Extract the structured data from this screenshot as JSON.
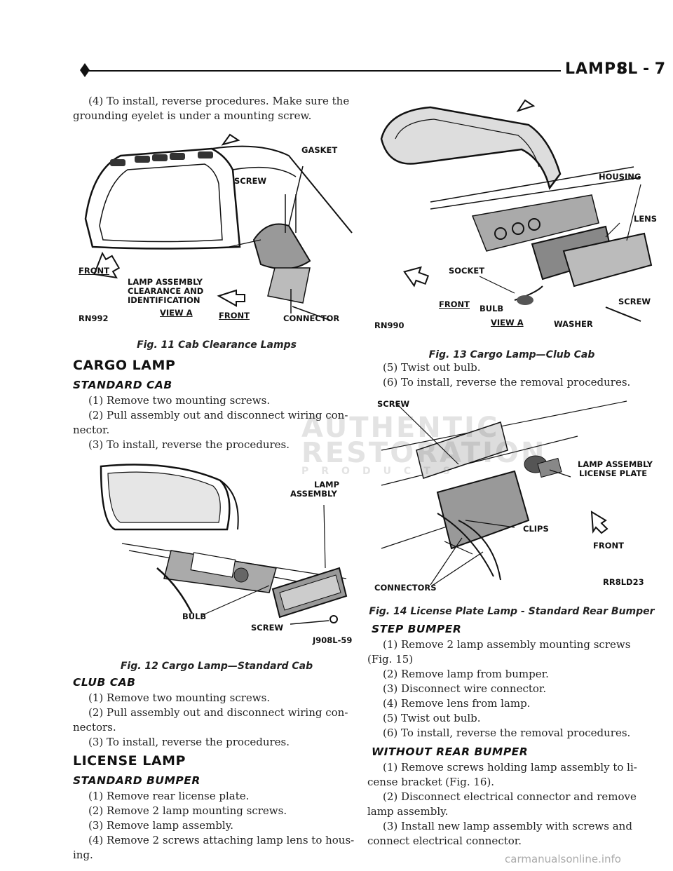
{
  "header": {
    "title": "LAMPS",
    "page": "8L - 7"
  },
  "left": {
    "intro_step": "(4) To install, reverse procedures. Make sure the",
    "intro_step_cont": "grounding eyelet is under a mounting screw.",
    "fig11": {
      "caption": "Fig. 11 Cab Clearance Lamps",
      "labels": {
        "gasket": "GASKET",
        "screw": "SCREW",
        "front1": "FRONT",
        "lamp_assembly": "LAMP ASSEMBLY",
        "clearance": "CLEARANCE AND",
        "identification": "IDENTIFICATION",
        "view": "VIEW A",
        "front2": "FRONT",
        "connector": "CONNECTOR",
        "code": "RN992"
      }
    },
    "cargo": {
      "heading": "CARGO LAMP",
      "standard_heading": "STANDARD CAB",
      "standard_steps": [
        "(1) Remove two mounting screws.",
        "(2) Pull assembly out and disconnect wiring con-",
        "nector.",
        "(3) To install, reverse the procedures."
      ]
    },
    "fig12": {
      "caption": "Fig. 12 Cargo Lamp—Standard Cab",
      "labels": {
        "lamp": "LAMP",
        "assembly": "ASSEMBLY",
        "bulb": "BULB",
        "screw": "SCREW",
        "code": "J908L-59"
      }
    },
    "club": {
      "heading": "CLUB CAB",
      "steps": [
        "(1) Remove two mounting screws.",
        "(2) Pull assembly out and disconnect wiring con-",
        "nectors.",
        "(3) To install, reverse the procedures."
      ]
    },
    "license": {
      "heading": "LICENSE LAMP",
      "standard_heading": "STANDARD BUMPER",
      "steps": [
        "(1) Remove rear license plate.",
        "(2) Remove 2 lamp mounting screws.",
        "(3) Remove lamp assembly.",
        "(4) Remove 2 screws attaching lamp lens to hous-",
        "ing."
      ]
    }
  },
  "right": {
    "fig13": {
      "caption": "Fig. 13 Cargo Lamp—Club Cab",
      "labels": {
        "housing": "HOUSING",
        "lens": "LENS",
        "socket": "SOCKET",
        "front": "FRONT",
        "bulb": "BULB",
        "screw": "SCREW",
        "view": "VIEW A",
        "washer": "WASHER",
        "code": "RN990"
      }
    },
    "club_steps": [
      "(5) Twist out bulb.",
      "(6) To install, reverse the removal procedures."
    ],
    "fig14": {
      "caption": "Fig. 14 License Plate Lamp - Standard Rear Bumper",
      "labels": {
        "screw": "SCREW",
        "lamp_assembly": "LAMP ASSEMBLY",
        "license_plate": "LICENSE PLATE",
        "clips": "CLIPS",
        "front": "FRONT",
        "connectors": "CONNECTORS",
        "code": "RR8LD23"
      }
    },
    "step": {
      "heading": "STEP BUMPER",
      "steps": [
        "(1) Remove 2 lamp assembly mounting screws",
        "(Fig. 15)",
        "(2) Remove lamp from bumper.",
        "(3) Disconnect wire connector.",
        "(4) Remove lens from lamp.",
        "(5) Twist out bulb.",
        "(6) To install, reverse the removal procedures."
      ]
    },
    "without": {
      "heading": "WITHOUT REAR BUMPER",
      "steps": [
        "(1) Remove screws holding lamp assembly to li-",
        "cense bracket (Fig. 16).",
        "(2) Disconnect electrical connector and remove",
        "lamp assembly.",
        "(3) Install new lamp assembly with screws and",
        "connect electrical connector."
      ]
    }
  },
  "watermark": {
    "line1": "AUTHENTIC",
    "line2": "RESTORATION",
    "line3": "PRODUCTS"
  },
  "footer": "carmanualsonline.info"
}
